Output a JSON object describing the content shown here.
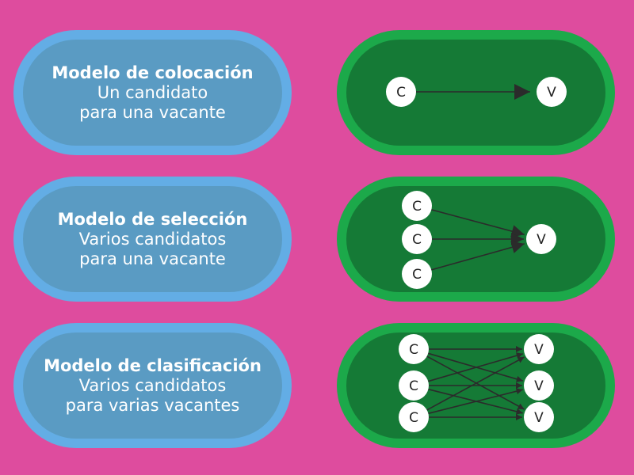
{
  "models": [
    {
      "title": "Modelo de colocación",
      "line1": "Un candidato",
      "line2": "para una vacante",
      "candidates": 1,
      "vacancies": 1
    },
    {
      "title": "Modelo de selección",
      "line1": "Varios candidatos",
      "line2": "para una vacante",
      "candidates": 3,
      "vacancies": 1
    },
    {
      "title": "Modelo de clasificación",
      "line1": "Varios candidatos",
      "line2": "para varias vacantes",
      "candidates": 3,
      "vacancies": 3
    }
  ],
  "node_labels": {
    "candidate": "C",
    "vacancy": "V"
  },
  "colors": {
    "background": "#DE4C9E",
    "label_pill_border": "#63ADE5",
    "label_pill_fill": "#5A9BC3",
    "diagram_pill_border": "#1CA94A",
    "diagram_pill_fill": "#157A36",
    "node_fill": "#FFFFFF",
    "edge": "#2B2B2B"
  }
}
